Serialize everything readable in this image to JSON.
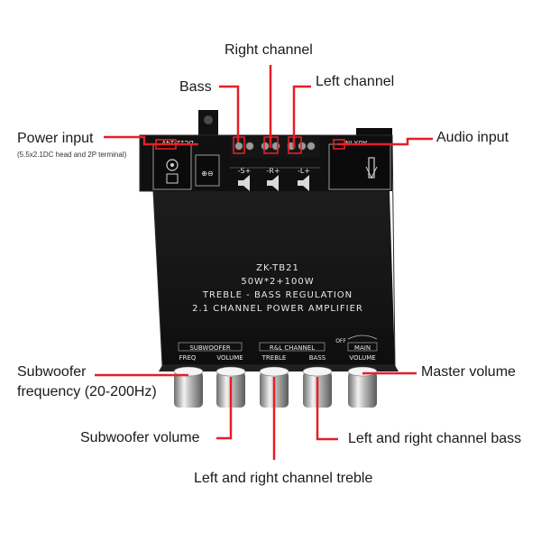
{
  "labels": {
    "right_channel": "Right channel",
    "bass": "Bass",
    "left_channel": "Left channel",
    "power_input": "Power input",
    "power_input_note": "(5.5x2.1DC head and 2P terminal)",
    "audio_input": "Audio input",
    "subwoofer_frequency_1": "Subwoofer",
    "subwoofer_frequency_2": "frequency (20-200Hz)",
    "master_volume": "Master volume",
    "subwoofer_volume": "Subwoofer volume",
    "lr_bass": "Left and right channel bass",
    "lr_treble": "Left and right channel treble"
  },
  "board": {
    "model": "ZK-TB21",
    "power_rating": "50W*2+100W",
    "regulation": "TREBLE - BASS REGULATION",
    "description": "2.1 CHANNEL POWER AMPLIFIER",
    "dc_label": "DC12-24V",
    "aux_label": "AUX IN",
    "sub_terminal": "-S+",
    "right_terminal": "-R+",
    "left_terminal": "-L+",
    "section_sub": "SUBWOOFER",
    "section_rl": "R&L CHANNEL",
    "section_main": "MAIN",
    "knob_freq": "FREQ",
    "knob_sub_volume": "VOLUME",
    "knob_treble": "TREBLE",
    "knob_bass": "BASS",
    "knob_main_volume": "VOLUME",
    "off_label": "OFF"
  },
  "colors": {
    "annotation_line": "#e41f26",
    "board": "#141414",
    "label_text": "#1a1a1a"
  }
}
